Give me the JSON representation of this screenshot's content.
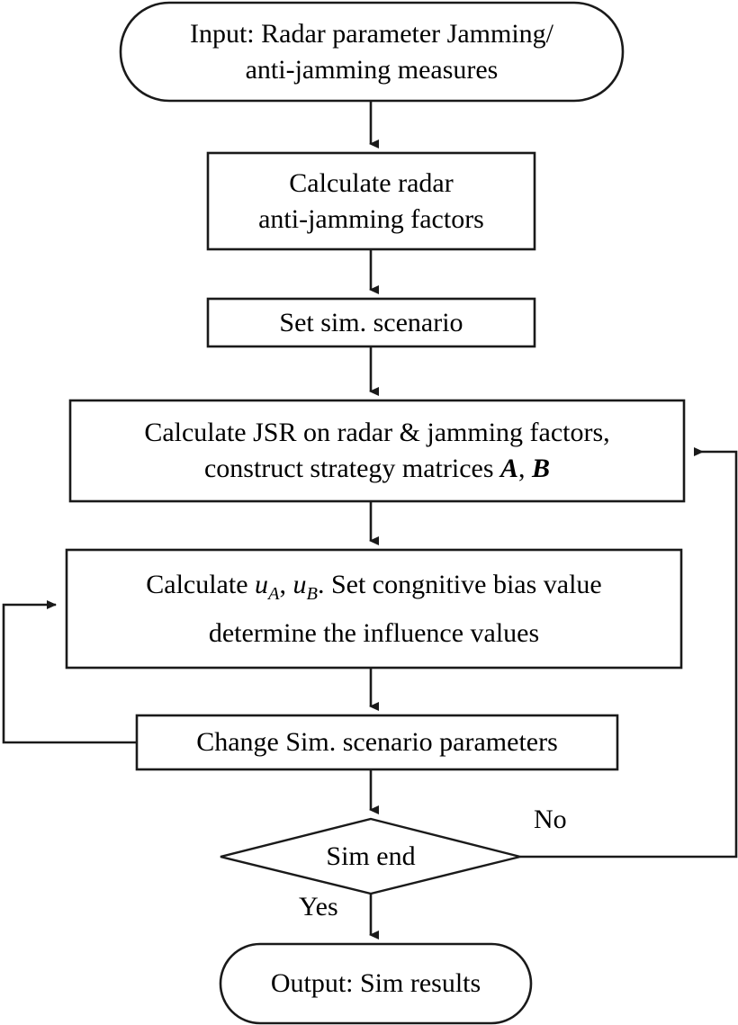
{
  "diagram": {
    "title": "Radar jamming / anti-jamming simulation flowchart",
    "type": "flowchart",
    "background_color": "#ffffff",
    "stroke_color": "#1a1a1a",
    "text_color": "#000000"
  },
  "nodes": {
    "start": {
      "shape": "stadium",
      "line1": "Input: Radar parameter Jamming/",
      "line2": "anti-jamming measures"
    },
    "calc_factors": {
      "shape": "rectangle",
      "line1": "Calculate radar",
      "line2": "anti-jamming factors"
    },
    "set_scenario": {
      "shape": "rectangle",
      "line1": "Set sim. scenario"
    },
    "calc_jsr": {
      "shape": "rectangle",
      "line1": "Calculate JSR on radar & jamming factors,",
      "line2_prefix": "construct strategy matrices ",
      "line2_matrix_a": "A",
      "line2_comma": ", ",
      "line2_matrix_b": "B"
    },
    "calc_utility": {
      "shape": "rectangle",
      "line1_prefix": "Calculate ",
      "line1_var_u1": "u",
      "line1_sub1": "A",
      "line1_sep": ", ",
      "line1_var_u2": "u",
      "line1_sub2": "B",
      "line1_suffix": ". Set congnitive bias value",
      "line2": "determine the influence values"
    },
    "change_params": {
      "shape": "rectangle",
      "line1": "Change Sim. scenario parameters"
    },
    "decision": {
      "shape": "diamond",
      "line1": "Sim end"
    },
    "output": {
      "shape": "stadium",
      "line1": "Output: Sim results"
    }
  },
  "edge_labels": {
    "no": "No",
    "yes": "Yes"
  },
  "edges": [
    {
      "from": "start",
      "to": "calc_factors",
      "label": ""
    },
    {
      "from": "calc_factors",
      "to": "set_scenario",
      "label": ""
    },
    {
      "from": "set_scenario",
      "to": "calc_jsr",
      "label": ""
    },
    {
      "from": "calc_jsr",
      "to": "calc_utility",
      "label": ""
    },
    {
      "from": "calc_utility",
      "to": "change_params",
      "label": ""
    },
    {
      "from": "change_params",
      "to": "decision",
      "label": ""
    },
    {
      "from": "decision",
      "to": "output",
      "label": "Yes"
    },
    {
      "from": "decision",
      "to": "calc_jsr",
      "label": "No"
    },
    {
      "from": "change_params",
      "to": "calc_utility",
      "label": ""
    }
  ]
}
